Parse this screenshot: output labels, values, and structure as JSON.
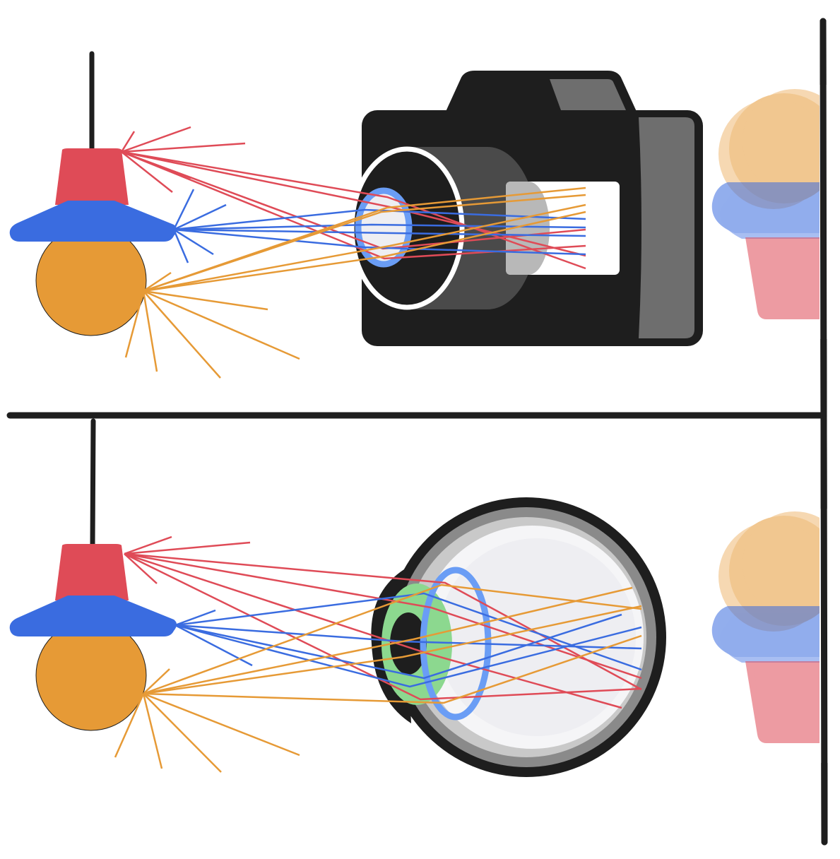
{
  "colors": {
    "lamp_red": "#df4b57",
    "lamp_blue": "#3a6ce0",
    "lamp_orange": "#e69a36",
    "ink": "#1e1e1e",
    "camera_body": "#1e1e1e",
    "camera_grey": "#6e6e6e",
    "lens_grey": "#4a4a4a",
    "sensor_grey": "#b8b8b8",
    "eye_outer": "#1e1e1e",
    "eye_grey": "#8a8a8a",
    "eye_light": "#c9c9c9",
    "eye_white": "#eeeef2",
    "iris_green": "#8cd88f",
    "lens_ring": "#6a9df5"
  },
  "scenes": [
    {
      "name": "camera-scene",
      "viewer": "camera"
    },
    {
      "name": "eye-scene",
      "viewer": "eye"
    }
  ]
}
